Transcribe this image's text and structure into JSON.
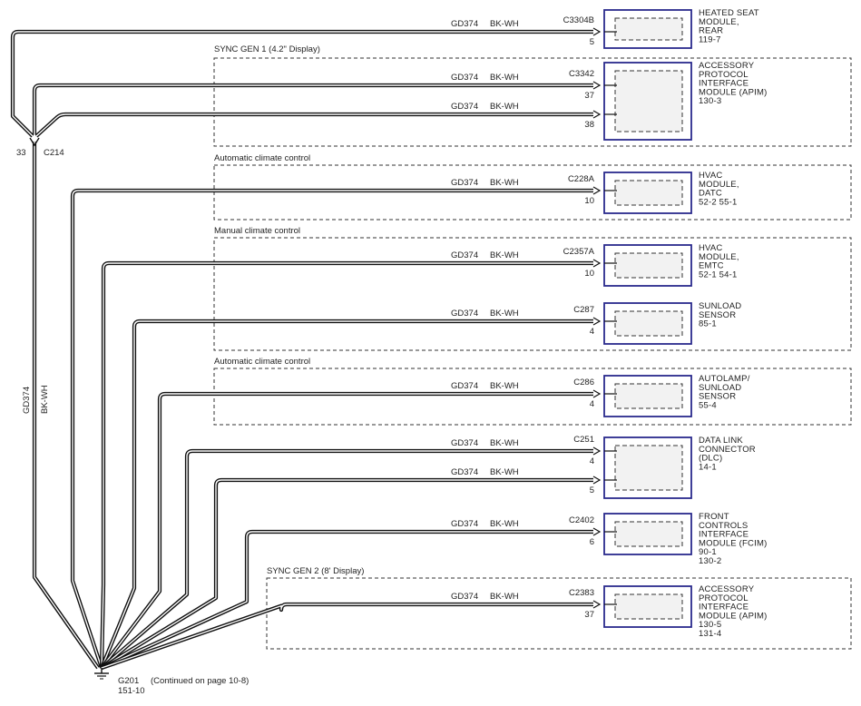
{
  "colors": {
    "module_border": "#2a2a8c",
    "wire": "#111111",
    "module_fill": "#f2f2f2"
  },
  "wire_label": {
    "circuit": "GD374",
    "color": "BK-WH"
  },
  "splice": {
    "pin": "33",
    "name": "C214"
  },
  "trunk_label": {
    "circuit": "GD374",
    "color": "BK-WH"
  },
  "ground": {
    "name": "G201",
    "note": "(Continued on page 10-8)",
    "ref": "151-10"
  },
  "sections": [
    {
      "label": "SYNC GEN 1 (4.2\" Display)"
    },
    {
      "label": "Automatic climate control"
    },
    {
      "label": "Manual climate control"
    },
    {
      "label": "Automatic climate control"
    },
    {
      "label": "SYNC GEN 2 (8' Display)"
    }
  ],
  "modules": [
    {
      "connector": "C3304B",
      "pins": [
        "5"
      ],
      "lines": [
        "HEATED SEAT",
        "MODULE,",
        "REAR",
        "119-7"
      ]
    },
    {
      "connector": "C3342",
      "pins": [
        "37",
        "38"
      ],
      "lines": [
        "ACCESSORY",
        "PROTOCOL",
        "INTERFACE",
        "MODULE (APIM)",
        "130-3"
      ]
    },
    {
      "connector": "C228A",
      "pins": [
        "10"
      ],
      "lines": [
        "HVAC",
        "MODULE,",
        "DATC",
        "52-2    55-1"
      ]
    },
    {
      "connector": "C2357A",
      "pins": [
        "10"
      ],
      "lines": [
        "HVAC",
        "MODULE,",
        "EMTC",
        "52-1    54-1"
      ]
    },
    {
      "connector": "C287",
      "pins": [
        "4"
      ],
      "lines": [
        "SUNLOAD",
        "SENSOR",
        "85-1"
      ]
    },
    {
      "connector": "C286",
      "pins": [
        "4"
      ],
      "lines": [
        "AUTOLAMP/",
        "SUNLOAD",
        "SENSOR",
        "55-4"
      ]
    },
    {
      "connector": "C251",
      "pins": [
        "4",
        "5"
      ],
      "lines": [
        "DATA LINK",
        "CONNECTOR",
        "(DLC)",
        "14-1"
      ]
    },
    {
      "connector": "C2402",
      "pins": [
        "6"
      ],
      "lines": [
        "FRONT",
        "CONTROLS",
        "INTERFACE",
        "MODULE (FCIM)",
        "90-1",
        "130-2"
      ]
    },
    {
      "connector": "C2383",
      "pins": [
        "37"
      ],
      "lines": [
        "ACCESSORY",
        "PROTOCOL",
        "INTERFACE",
        "MODULE (APIM)",
        "130-5",
        "131-4"
      ]
    }
  ]
}
